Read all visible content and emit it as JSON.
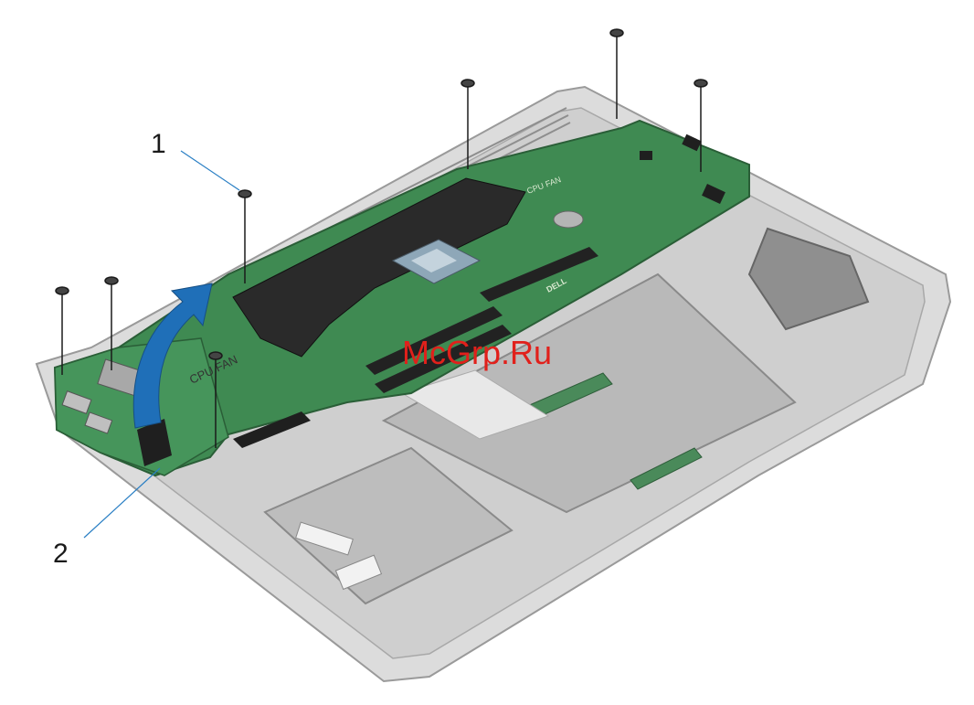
{
  "callouts": [
    {
      "number": "1",
      "part": "screws"
    },
    {
      "number": "2",
      "part": "system board"
    }
  ],
  "board_markings": {
    "fan_label_left": "CPU FAN",
    "fan_label_right": "CPU FAN",
    "brand_logo": "DELL"
  },
  "watermark": "McGrp.Ru",
  "colors": {
    "chassis": "#c9c9c9",
    "pcb": "#3f8a52",
    "foil": "#2a2a2a",
    "arrow": "#1f6fb8",
    "leader": "#2a7fc4",
    "watermark": "#e1201b"
  }
}
